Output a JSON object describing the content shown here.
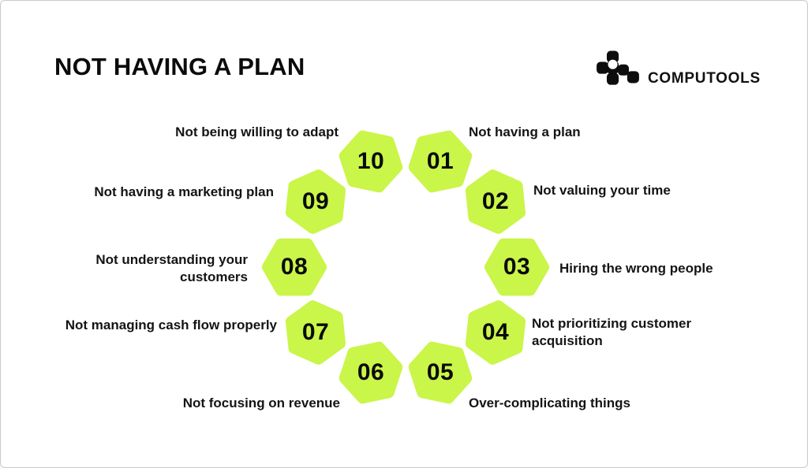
{
  "page": {
    "title": "NOT HAVING A PLAN"
  },
  "brand": {
    "name": "COMPUTOOLS",
    "logo_icon": "computools-pixel-cluster-logo"
  },
  "colors": {
    "hexagon_fill": "#caf549",
    "text": "#0d0d0d",
    "background": "#ffffff",
    "border": "#c9c9c9"
  },
  "diagram": {
    "type": "circular-cycle",
    "items": [
      {
        "number": "01",
        "label": "Not having a plan"
      },
      {
        "number": "02",
        "label": "Not valuing your time"
      },
      {
        "number": "03",
        "label": "Hiring the wrong people"
      },
      {
        "number": "04",
        "label": "Not prioritizing customer acquisition"
      },
      {
        "number": "05",
        "label": "Over-complicating things"
      },
      {
        "number": "06",
        "label": "Not focusing on revenue"
      },
      {
        "number": "07",
        "label": "Not managing cash flow properly"
      },
      {
        "number": "08",
        "label": "Not understanding your customers"
      },
      {
        "number": "09",
        "label": "Not having a marketing plan"
      },
      {
        "number": "10",
        "label": "Not being willing to adapt"
      }
    ]
  }
}
